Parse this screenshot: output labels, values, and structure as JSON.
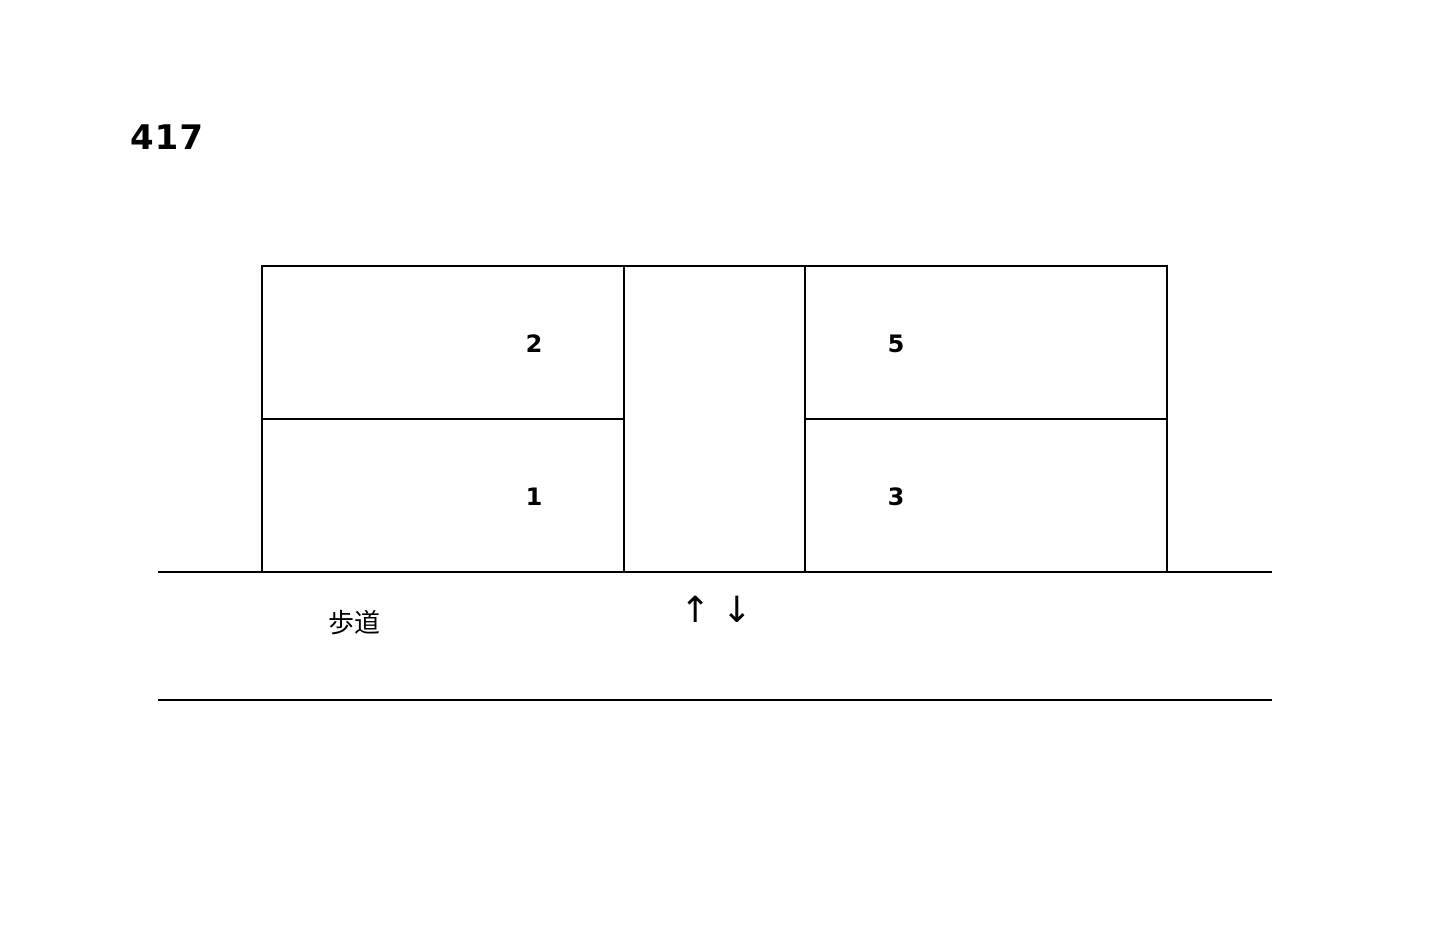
{
  "lot_number": "417",
  "spaces": [
    {
      "id": "space-2",
      "label": "2"
    },
    {
      "id": "space-1",
      "label": "1"
    },
    {
      "id": "space-5",
      "label": "5"
    },
    {
      "id": "space-3",
      "label": "3"
    }
  ],
  "sidewalk_label": "歩道",
  "entrance_arrows": "↑ ↓"
}
